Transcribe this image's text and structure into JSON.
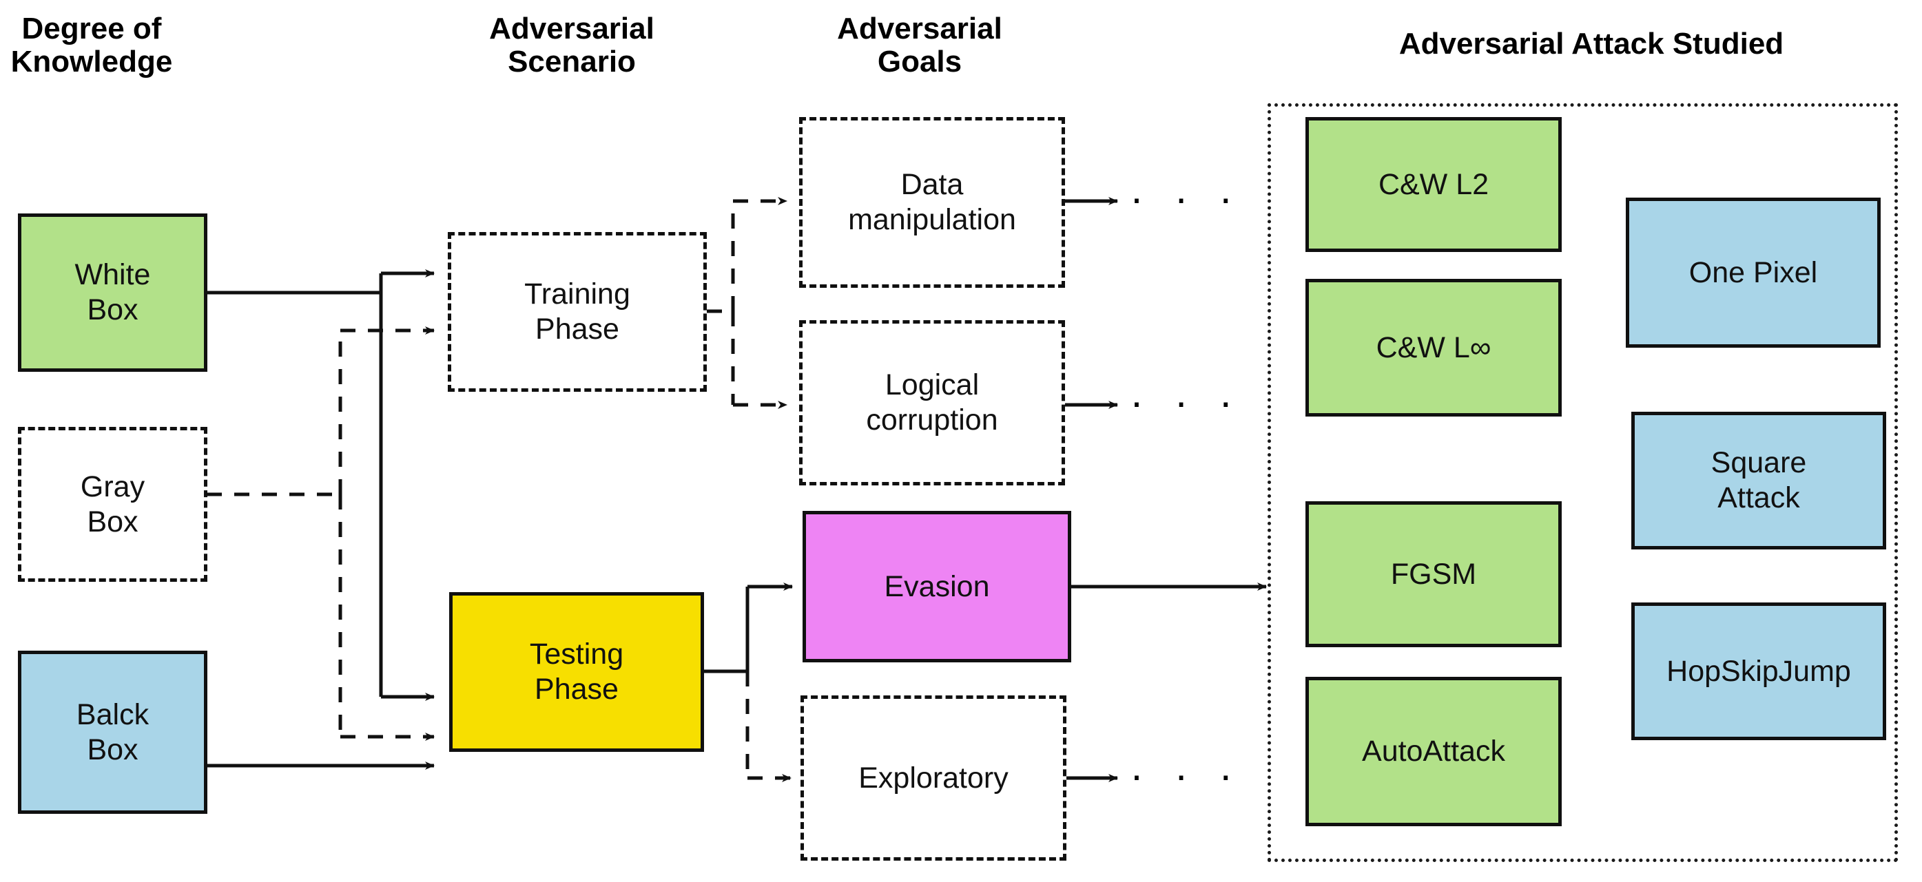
{
  "headers": [
    {
      "id": "degree-of-knowledge",
      "text": "Degree of\nKnowledge"
    },
    {
      "id": "adversarial-scenario",
      "text": "Adversarial\nScenario"
    },
    {
      "id": "adversarial-goals",
      "text": "Adversarial\nGoals"
    },
    {
      "id": "adversarial-attack-studied",
      "text": "Adversarial Attack Studied"
    }
  ],
  "knowledge": {
    "white_box": "White\nBox",
    "gray_box": "Gray\nBox",
    "black_box": "Balck\nBox"
  },
  "scenario": {
    "training_phase": "Training\nPhase",
    "testing_phase": "Testing\nPhase"
  },
  "goals": {
    "data_manipulation": "Data\nmanipulation",
    "logical_corruption": "Logical\ncorruption",
    "evasion": "Evasion",
    "exploratory": "Exploratory"
  },
  "ellipses": {
    "data_manipulation_more": "· · ·",
    "logical_corruption_more": "· · ·",
    "exploratory_more": "· · ·"
  },
  "attacks": {
    "column_left": [
      "C&W L2",
      "C&W L∞",
      "FGSM",
      "AutoAttack"
    ],
    "column_right": [
      "One Pixel",
      "Square\nAttack",
      "HopSkipJump"
    ]
  },
  "colors": {
    "green": "#b2e189",
    "blue": "#a9d5e8",
    "yellow": "#f7df00",
    "magenta": "#ee84f4",
    "white": "#ffffff",
    "stroke": "#101010"
  }
}
